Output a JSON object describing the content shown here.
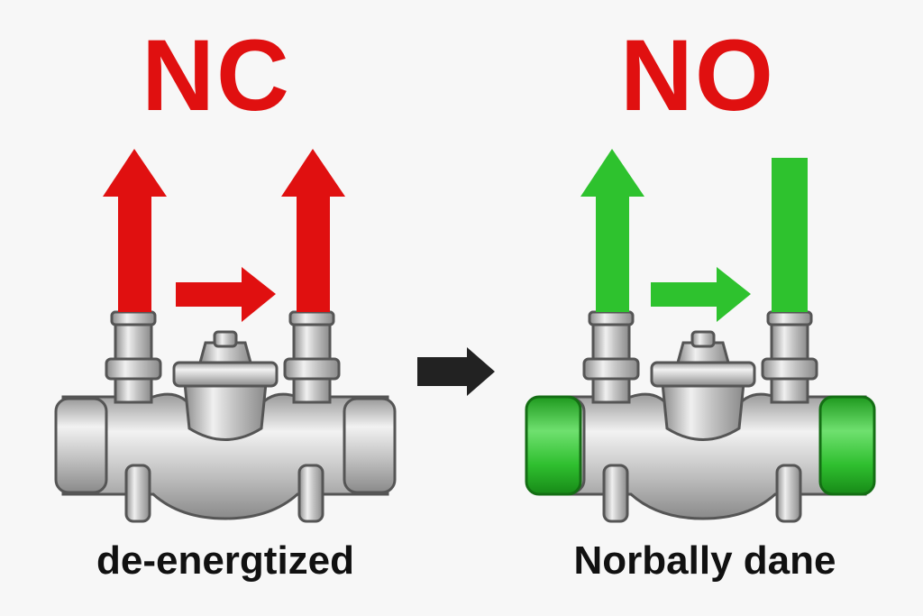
{
  "left_panel": {
    "title": "NC",
    "caption": "de-energtized"
  },
  "right_panel": {
    "title": "NO",
    "caption": "Norbally dane"
  },
  "colors": {
    "nc_red": "#e01010",
    "no_green": "#2ec22e",
    "transition_arrow": "#222222",
    "metal": "#b8b8b8"
  }
}
